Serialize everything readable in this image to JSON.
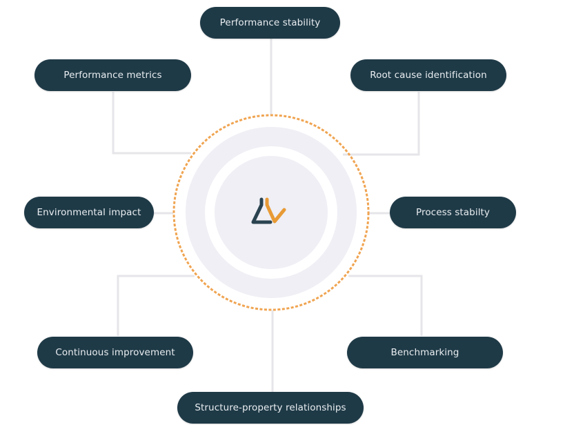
{
  "diagram": {
    "type": "hub-and-spoke",
    "center": {
      "icon": "flask-v-logo-icon",
      "colors": {
        "flask": "#2b4350",
        "accent": "#e89a35",
        "disk": "#efeff5",
        "dashed_ring": "#f0a451"
      }
    },
    "nodes": [
      {
        "id": "top",
        "label": "Performance stability"
      },
      {
        "id": "top-left",
        "label": "Performance metrics"
      },
      {
        "id": "top-right",
        "label": "Root cause identification"
      },
      {
        "id": "left",
        "label": "Environmental impact"
      },
      {
        "id": "right",
        "label": "Process stabilty"
      },
      {
        "id": "bottom-left",
        "label": "Continuous improvement"
      },
      {
        "id": "bottom-right",
        "label": "Benchmarking"
      },
      {
        "id": "bottom",
        "label": "Structure-property relationships"
      }
    ],
    "colors": {
      "node_fill": "#1f3a47",
      "node_text": "#e9eef1",
      "connector": "#e6e6ea"
    }
  }
}
